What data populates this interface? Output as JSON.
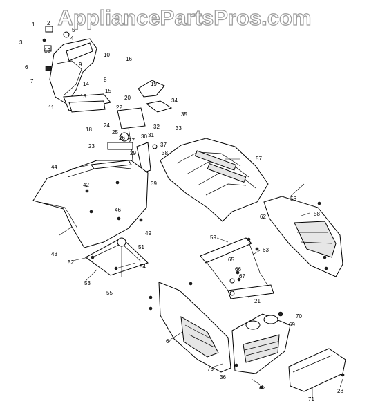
{
  "watermark": "AppliancePartsPros.com",
  "part_numbers": [
    "1",
    "2",
    "3",
    "4",
    "5",
    "6",
    "7",
    "8",
    "9",
    "10",
    "11",
    "12",
    "13",
    "14",
    "15",
    "16",
    "18",
    "19",
    "20",
    "21",
    "22",
    "23",
    "24",
    "25",
    "26",
    "27",
    "28",
    "29",
    "30",
    "31",
    "32",
    "33",
    "34",
    "35",
    "36",
    "37",
    "38",
    "39",
    "42",
    "43",
    "44",
    "46",
    "49",
    "51",
    "52",
    "53",
    "54",
    "55",
    "56",
    "57",
    "58",
    "59",
    "62",
    "63",
    "64",
    "65",
    "66",
    "67",
    "69",
    "70",
    "71",
    "75",
    "76"
  ],
  "colors": {
    "ink": "#000000",
    "paper": "#ffffff",
    "watermark_fill": "#ffffff",
    "watermark_stroke": "#9a9a9a",
    "shade": "#e6e6e6"
  }
}
